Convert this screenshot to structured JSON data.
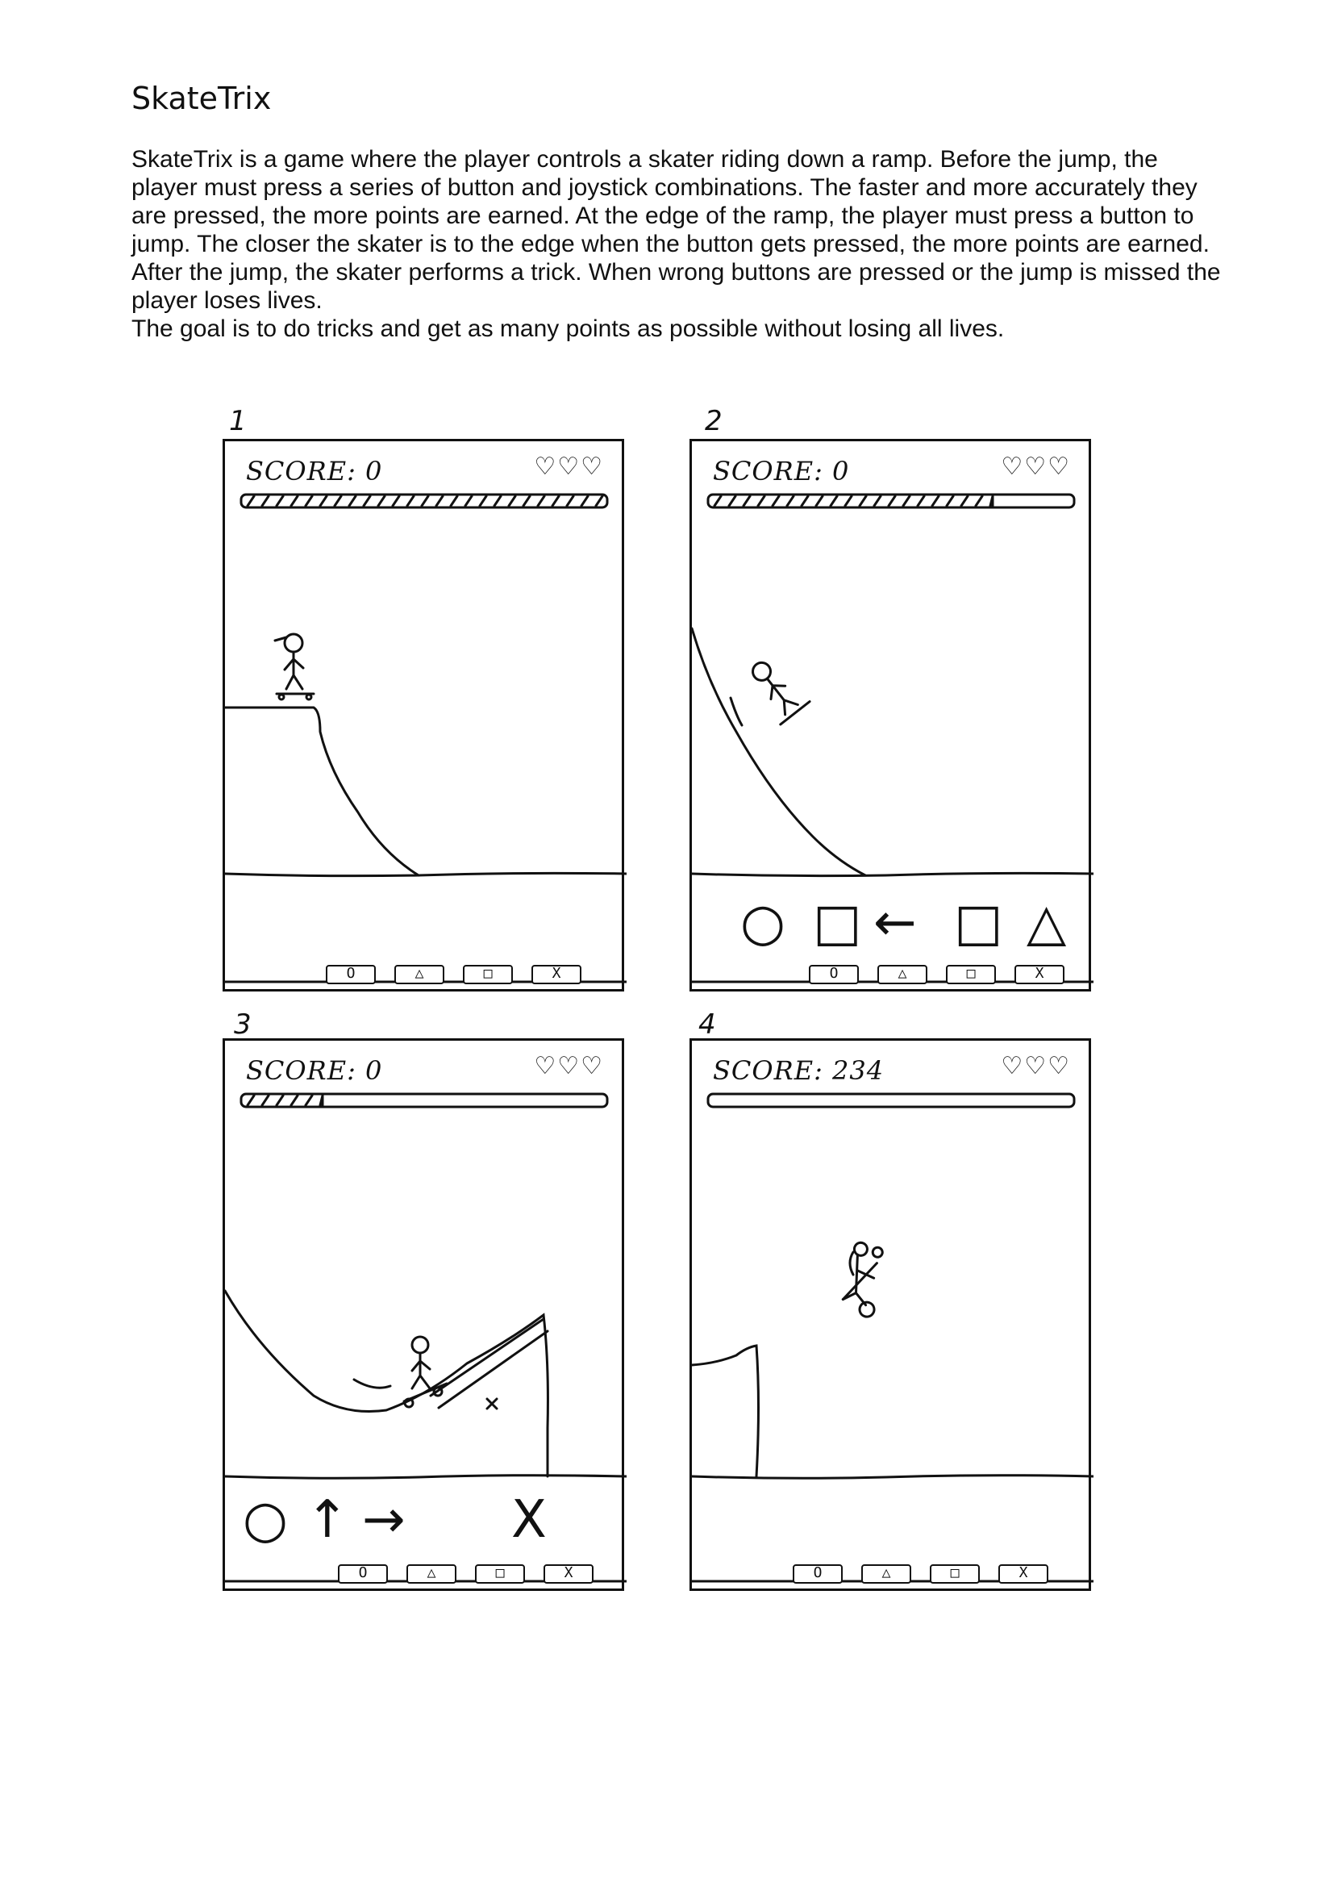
{
  "document": {
    "title": "SkateTrix",
    "paragraphs": [
      "SkateTrix is a game where the player controls a skater riding down a ramp. Before the jump, the player must press a series of button and joystick combinations. The faster and more accurately they are pressed, the more points are earned. At the edge of the ramp, the player must press a button to jump. The closer the skater is to the edge when the button gets pressed, the more points are earned. After the jump, the skater performs a trick. When wrong buttons are pressed or the jump is missed the player loses lives.",
      "The goal is to do tricks and get as many points as possible without losing all lives."
    ]
  },
  "panels": [
    {
      "number": "1",
      "score_label": "SCORE: 0",
      "lives": "♡♡♡",
      "progress": 1.0,
      "sequence": [],
      "buttons": [
        "O",
        "△",
        "□",
        "X"
      ]
    },
    {
      "number": "2",
      "score_label": "SCORE: 0",
      "lives": "♡♡♡",
      "progress": 0.78,
      "sequence": [
        "○",
        "□",
        "←",
        "□",
        "△"
      ],
      "buttons": [
        "O",
        "△",
        "□",
        "X"
      ]
    },
    {
      "number": "3",
      "score_label": "SCORE: 0",
      "lives": "♡♡♡",
      "progress": 0.22,
      "sequence": [
        "○",
        "↑",
        "→",
        "",
        "X"
      ],
      "buttons": [
        "O",
        "△",
        "□",
        "X"
      ]
    },
    {
      "number": "4",
      "score_label": "SCORE: 234",
      "lives": "♡♡♡",
      "progress": 0.0,
      "sequence": [],
      "buttons": [
        "O",
        "△",
        "□",
        "X"
      ]
    }
  ]
}
